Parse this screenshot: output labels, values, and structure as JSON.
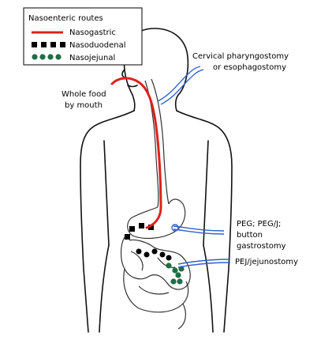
{
  "legend": {
    "title": "Nasoenteric routes",
    "items": [
      {
        "label": "Nasogastric",
        "style": "solid",
        "color": "#e0201c"
      },
      {
        "label": "Nasoduodenal",
        "style": "squares",
        "color": "#000000"
      },
      {
        "label": "Nasojejunal",
        "style": "dots",
        "color": "#1f6e46"
      }
    ]
  },
  "labels": {
    "whole_food": [
      "Whole food",
      "by mouth"
    ],
    "cervical": [
      "Cervical pharyngostomy",
      "or esophagostomy"
    ],
    "peg": [
      "PEG; PEG/J;",
      "button",
      "gastrostomy"
    ],
    "pej": [
      "PEJ/jejunostomy"
    ]
  },
  "colors": {
    "nasogastric": "#e0201c",
    "nasoduodenal": "#000000",
    "nasojejunal": "#1f6e46",
    "tube": "#2f5fd0",
    "outline": "#111111"
  }
}
